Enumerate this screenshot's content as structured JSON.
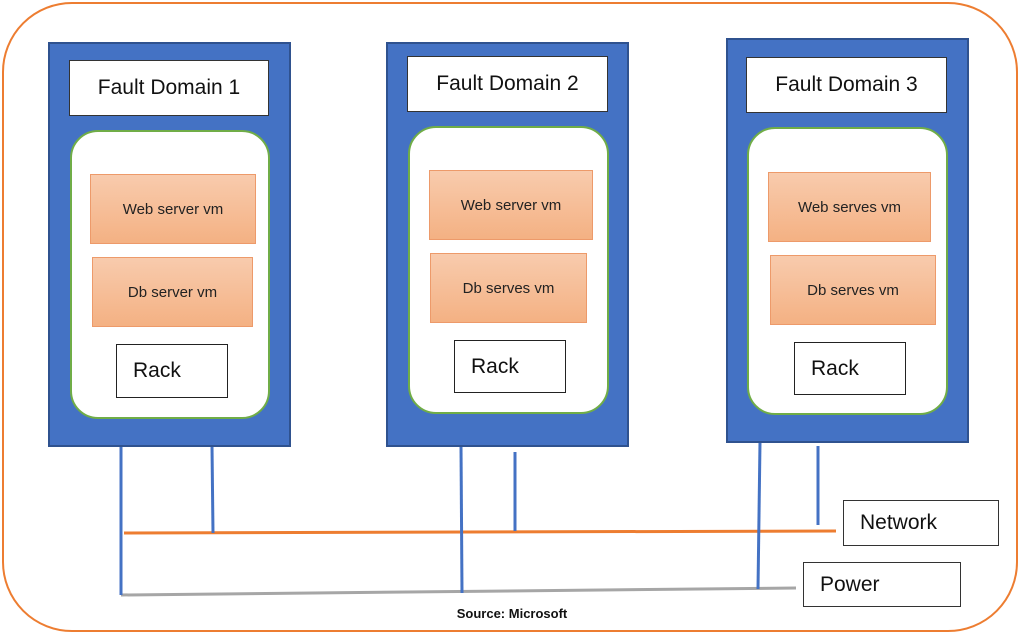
{
  "domains": [
    {
      "title": "Fault Domain 1",
      "vm1": "Web server vm",
      "vm2": "Db server vm",
      "rack": "Rack"
    },
    {
      "title": "Fault Domain 2",
      "vm1": "Web server vm",
      "vm2": "Db serves vm",
      "rack": "Rack"
    },
    {
      "title": "Fault Domain 3",
      "vm1": "Web serves vm",
      "vm2": "Db serves vm",
      "rack": "Rack"
    }
  ],
  "legend": {
    "network": "Network",
    "power": "Power"
  },
  "source": "Source: Microsoft",
  "colors": {
    "domain_fill": "#4472c4",
    "inner_border": "#70ad47",
    "vm_fill": "#f4b183",
    "outer_border": "#ed7d31",
    "network_line": "#ed7d31",
    "power_line": "#a6a6a6",
    "connector_line": "#4472c4"
  }
}
